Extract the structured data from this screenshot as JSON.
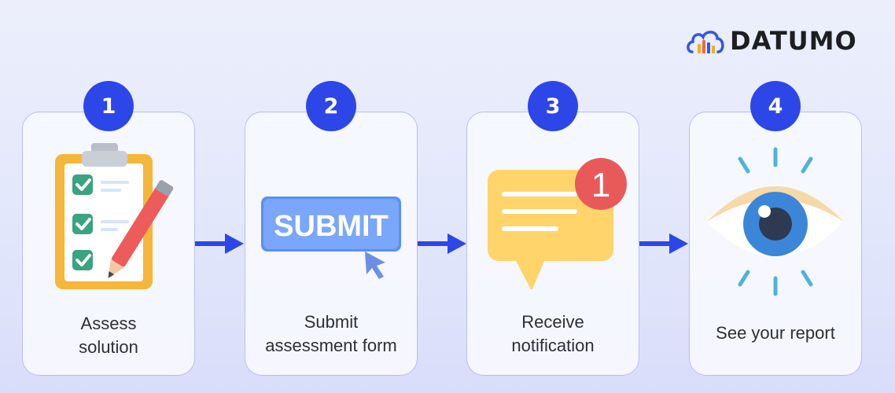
{
  "brand": {
    "name": "DATUMO"
  },
  "steps": [
    {
      "number": "1",
      "label": "Assess\nsolution",
      "icon": "clipboard-checklist-icon"
    },
    {
      "number": "2",
      "label": "Submit\nassessment form",
      "icon": "submit-button-icon",
      "button_text": "SUBMIT"
    },
    {
      "number": "3",
      "label": "Receive\nnotification",
      "icon": "notification-bubble-icon",
      "notification_count": "1"
    },
    {
      "number": "4",
      "label": "See your report",
      "icon": "eye-icon"
    }
  ],
  "colors": {
    "accent": "#2d46e8",
    "card_border": "#b8bff0",
    "arrow": "#2d46e8"
  }
}
